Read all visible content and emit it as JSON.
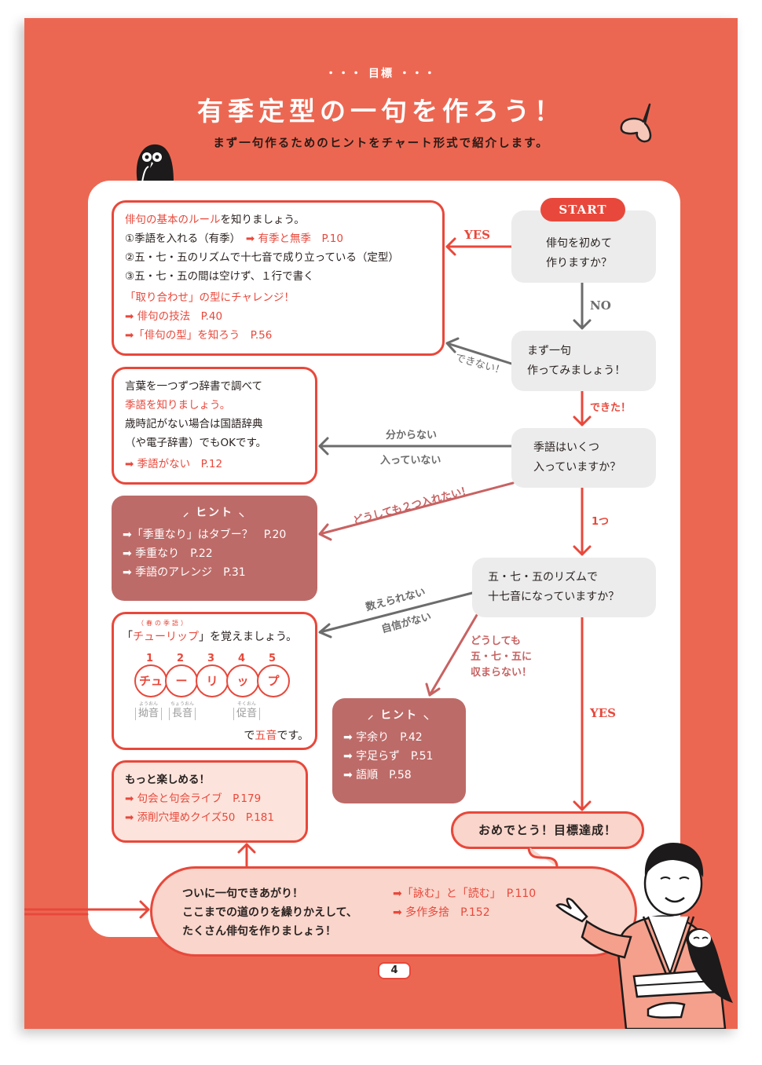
{
  "header": {
    "kicker": "・・・ 目標 ・・・",
    "title": "有季定型の一句を作ろう！",
    "lead": "まず一句作るためのヒントをチャート形式で紹介します。"
  },
  "flow": {
    "start_label": "START",
    "q1": {
      "line1": "俳句を初めて",
      "line2": "作りますか？"
    },
    "q1_yes": "YES",
    "q1_no": "NO",
    "q2": {
      "line1": "まず一句",
      "line2": "作ってみましょう！"
    },
    "q2_fail": "できない！",
    "q2_ok": "できた！",
    "q3": {
      "line1": "季語はいくつ",
      "line2": "入っていますか？"
    },
    "q3_unknown": "分からない",
    "q3_none": "入っていない",
    "q3_two": "どうしても２つ入れたい！",
    "q3_one": "1つ",
    "q4": {
      "line1": "五・七・五のリズムで",
      "line2": "十七音になっていますか？"
    },
    "q4_cannot_count": "数えられない",
    "q4_not_sure": "自信がない",
    "q4_overflow": [
      "どうしても",
      "五・七・五に",
      "収まらない！"
    ],
    "q4_yes": "YES",
    "goal": "おめでとう！目標達成！"
  },
  "basics_box": {
    "intro_red": "俳句の基本のルール",
    "intro_rest": "を知りましょう。",
    "rule1": "①季語を入れる（有季）",
    "rule1_link": "➡ 有季と無季　P.10",
    "rule2": "②五・七・五のリズムで十七音で成り立っている（定型）",
    "rule3": "③五・七・五の間は空けず、１行で書く",
    "challenge": "「取り合わせ」の型にチャレンジ！",
    "links": [
      "➡ 俳句の技法　P.40",
      "➡「俳句の型」を知ろう　P.56"
    ]
  },
  "kigo_box": {
    "line1": "言葉を一つずつ辞書で調べて",
    "line2_red": "季語を知りましょう。",
    "line3": "歳時記がない場合は国語辞典",
    "line4": "（や電子辞書）でもOKです。",
    "link": "➡ 季語がない　P.12"
  },
  "hint1": {
    "title": "ヒント",
    "items": [
      "➡「季重なり」はタブー？　P.20",
      "➡ 季重なり　P.22",
      "➡ 季語のアレンジ　P.31"
    ]
  },
  "tulip_box": {
    "ruby": "（春の季語）",
    "open_bracket": "「",
    "word": "チューリップ",
    "close_text": "」を覚えましょう。",
    "numbers": [
      "1",
      "2",
      "3",
      "4",
      "5"
    ],
    "morae": [
      "チュ",
      "ー",
      "リ",
      "ッ",
      "プ"
    ],
    "notes": [
      {
        "ruby": "ようおん",
        "label": "拗音"
      },
      {
        "ruby": "ちょうおん",
        "label": "長音"
      },
      {
        "ruby": "そくおん",
        "label": "促音"
      }
    ],
    "outro_a": "で",
    "outro_red": "五音",
    "outro_b": "です。"
  },
  "hint2": {
    "title": "ヒント",
    "items": [
      "➡ 字余り　P.42",
      "➡ 字足らず　P.51",
      "➡ 語順　P.58"
    ]
  },
  "more_box": {
    "title": "もっと楽しめる！",
    "items": [
      "➡ 句会と句会ライブ　P.179",
      "➡ 添削穴埋めクイズ50　P.181"
    ]
  },
  "final_box": {
    "lines": [
      "ついに一句できあがり！",
      "ここまでの道のりを繰りかえして、",
      "たくさん俳句を作りましょう！"
    ],
    "links": [
      "➡「詠む」と「読む」　P.110",
      "➡ 多作多捨　P.152"
    ]
  },
  "page_number": "4",
  "colors": {
    "page_bg": "#ec6752",
    "accent_red": "#e8483b",
    "hint_rose": "#bd6b68",
    "question_gray": "#ececec",
    "pale_pink": "#f9d5cb"
  }
}
